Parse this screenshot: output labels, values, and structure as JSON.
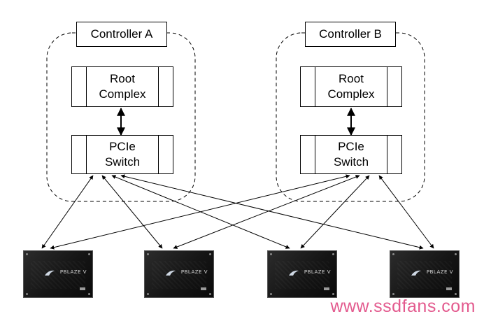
{
  "controllers": [
    {
      "label": "Controller A",
      "root_complex": [
        "Root",
        "Complex"
      ],
      "pcie_switch": [
        "PCIe",
        "Switch"
      ]
    },
    {
      "label": "Controller B",
      "root_complex": [
        "Root",
        "Complex"
      ],
      "pcie_switch": [
        "PCIe",
        "Switch"
      ]
    }
  ],
  "ssds": [
    {
      "brand": "PBLAZE V"
    },
    {
      "brand": "PBLAZE V"
    },
    {
      "brand": "PBLAZE V"
    },
    {
      "brand": "PBLAZE V"
    }
  ],
  "connections": [
    {
      "from": "controller-a-switch",
      "to": [
        "ssd-1",
        "ssd-2",
        "ssd-3",
        "ssd-4"
      ]
    },
    {
      "from": "controller-b-switch",
      "to": [
        "ssd-1",
        "ssd-2",
        "ssd-3",
        "ssd-4"
      ]
    }
  ],
  "watermark": "www.ssdfans.com",
  "colors": {
    "line": "#000000",
    "watermark": "#e35a8e",
    "ssd_body": "#1a1a1a"
  }
}
